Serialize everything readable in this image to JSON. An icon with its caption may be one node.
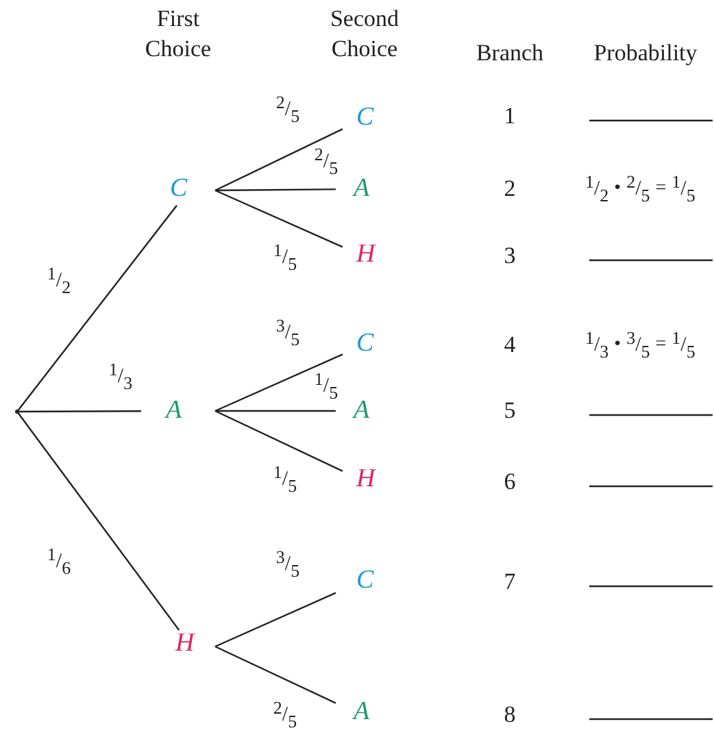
{
  "diagram": {
    "nodes": [
      {
        "text": [],
        "shape": "point"
      },
      {
        "text": [
          "C"
        ]
      },
      {
        "text": [
          "A"
        ]
      },
      {
        "text": [
          "H"
        ]
      },
      {
        "text": [
          "C"
        ]
      },
      {
        "text": [
          "A"
        ]
      },
      {
        "text": [
          "H"
        ]
      },
      {
        "text": [
          "C"
        ]
      },
      {
        "text": [
          "A"
        ]
      },
      {
        "text": [
          "H"
        ]
      },
      {
        "text": [
          "C"
        ]
      },
      {
        "text": [
          "A"
        ]
      }
    ],
    "edges": [
      {
        "from": 0,
        "to": 1,
        "arrow": "none",
        "label": "1/2"
      },
      {
        "from": 0,
        "to": 2,
        "arrow": "none",
        "label": "1/3"
      },
      {
        "from": 0,
        "to": 3,
        "arrow": "none",
        "label": "1/6"
      },
      {
        "from": 1,
        "to": 4,
        "arrow": "none",
        "label": "2/5"
      },
      {
        "from": 1,
        "to": 5,
        "arrow": "none",
        "label": "2/5"
      },
      {
        "from": 1,
        "to": 6,
        "arrow": "none",
        "label": "1/5"
      },
      {
        "from": 2,
        "to": 7,
        "arrow": "none",
        "label": "3/5"
      },
      {
        "from": 2,
        "to": 8,
        "arrow": "none",
        "label": "1/5"
      },
      {
        "from": 2,
        "to": 9,
        "arrow": "none",
        "label": "1/5"
      },
      {
        "from": 3,
        "to": 10,
        "arrow": "none",
        "label": "3/5"
      },
      {
        "from": 3,
        "to": 11,
        "arrow": "none",
        "label": "2/5"
      }
    ],
    "labels": [
      "First Choice",
      "Second Choice",
      "Branch",
      "Probability",
      "1",
      "2",
      "1/2 • 2/5 = 1/5",
      "3",
      "4",
      "1/3 • 3/5 = 1/5",
      "5",
      "6",
      "7",
      "8"
    ]
  }
}
